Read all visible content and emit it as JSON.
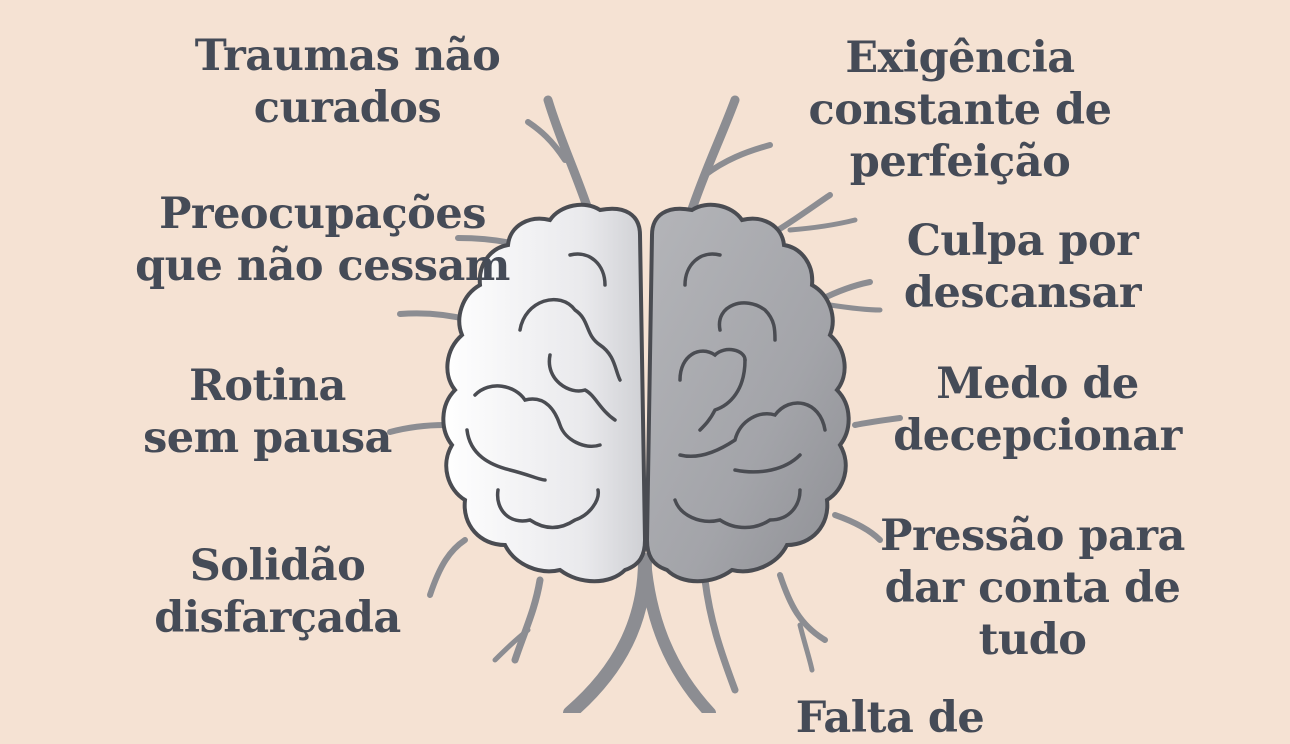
{
  "infographic": {
    "colors": {
      "background": "#f5e2d3",
      "text": "#454b57",
      "left_hemisphere": "#f0f0f2",
      "right_hemisphere": "#a8a9ad",
      "outline": "#4a4c52",
      "roots": "#8c8d92"
    },
    "left_labels": [
      {
        "lines": [
          "Traumas não",
          "curados"
        ]
      },
      {
        "lines": [
          "Preocupações",
          "que não cessam"
        ]
      },
      {
        "lines": [
          "Rotina",
          "sem pausa"
        ]
      },
      {
        "lines": [
          "Solidão",
          "disfarçada"
        ]
      }
    ],
    "right_labels": [
      {
        "lines": [
          "Exigência",
          "constante de",
          "perfeição"
        ]
      },
      {
        "lines": [
          "Culpa por",
          "descansar"
        ]
      },
      {
        "lines": [
          "Medo de",
          "decepcionar"
        ]
      },
      {
        "lines": [
          "Pressão para",
          "dar conta de",
          "tudo"
        ]
      }
    ],
    "bottom_label": {
      "lines": [
        "Falta de"
      ]
    },
    "central_image": "brain-with-roots-icon"
  }
}
